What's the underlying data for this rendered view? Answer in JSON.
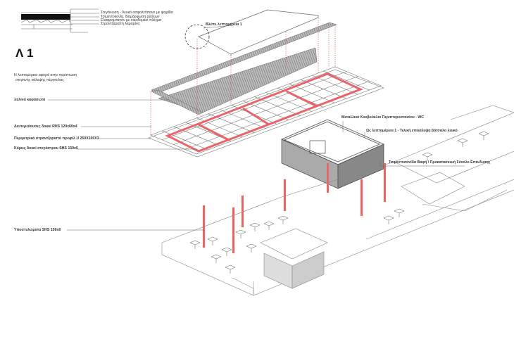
{
  "detail": {
    "title": "Λ 1",
    "layers": [
      "Στεγάνωση - Λευκό ασφαλτόπανο με ψηφίδα",
      "Τσιμεντοκονία, διαμόρφωση ρύσεων",
      "Ελαφρομπετόν με οικοδομικό πλέγμα",
      "Στραντζαριστή λαμαρίνα"
    ],
    "callout": "Βλέπε λεπτομέρεια 1",
    "note_line1": "Η λεπτομέρεια αφορά στην περίπτωση",
    "note_line2": "στεγανής κάλυψης πέργκολας"
  },
  "labels": {
    "lattice": "Ξύλινα καφασωτά",
    "secondary_beams": "Δευτερεύουσες δοκοί RHS 120x60x4",
    "perimeter_profile": "Περιμετρικό στραντζαριστό προφίλ  U 250X100X3",
    "main_beams": "Κύριες δοκοί στεγάστρου SHS 150x6",
    "columns": "Υποστυλώματα SHS 150x6",
    "kiosk": "Μεταλλικό Κουβούκλιο Περιπτεροστασίου - WC",
    "kiosk_roof": "Ως λεπτομέρεια 1 - Τελική επικάλυψη βότσαλο λευκό",
    "kiosk_cladding": "Τσιμεντοσανίδα Βαφή / Προκατασκευή Σύνολο Επένδυσης"
  },
  "colors": {
    "beam_red": "#e8646a",
    "line": "#555555",
    "hatch": "#8a8a8a"
  }
}
